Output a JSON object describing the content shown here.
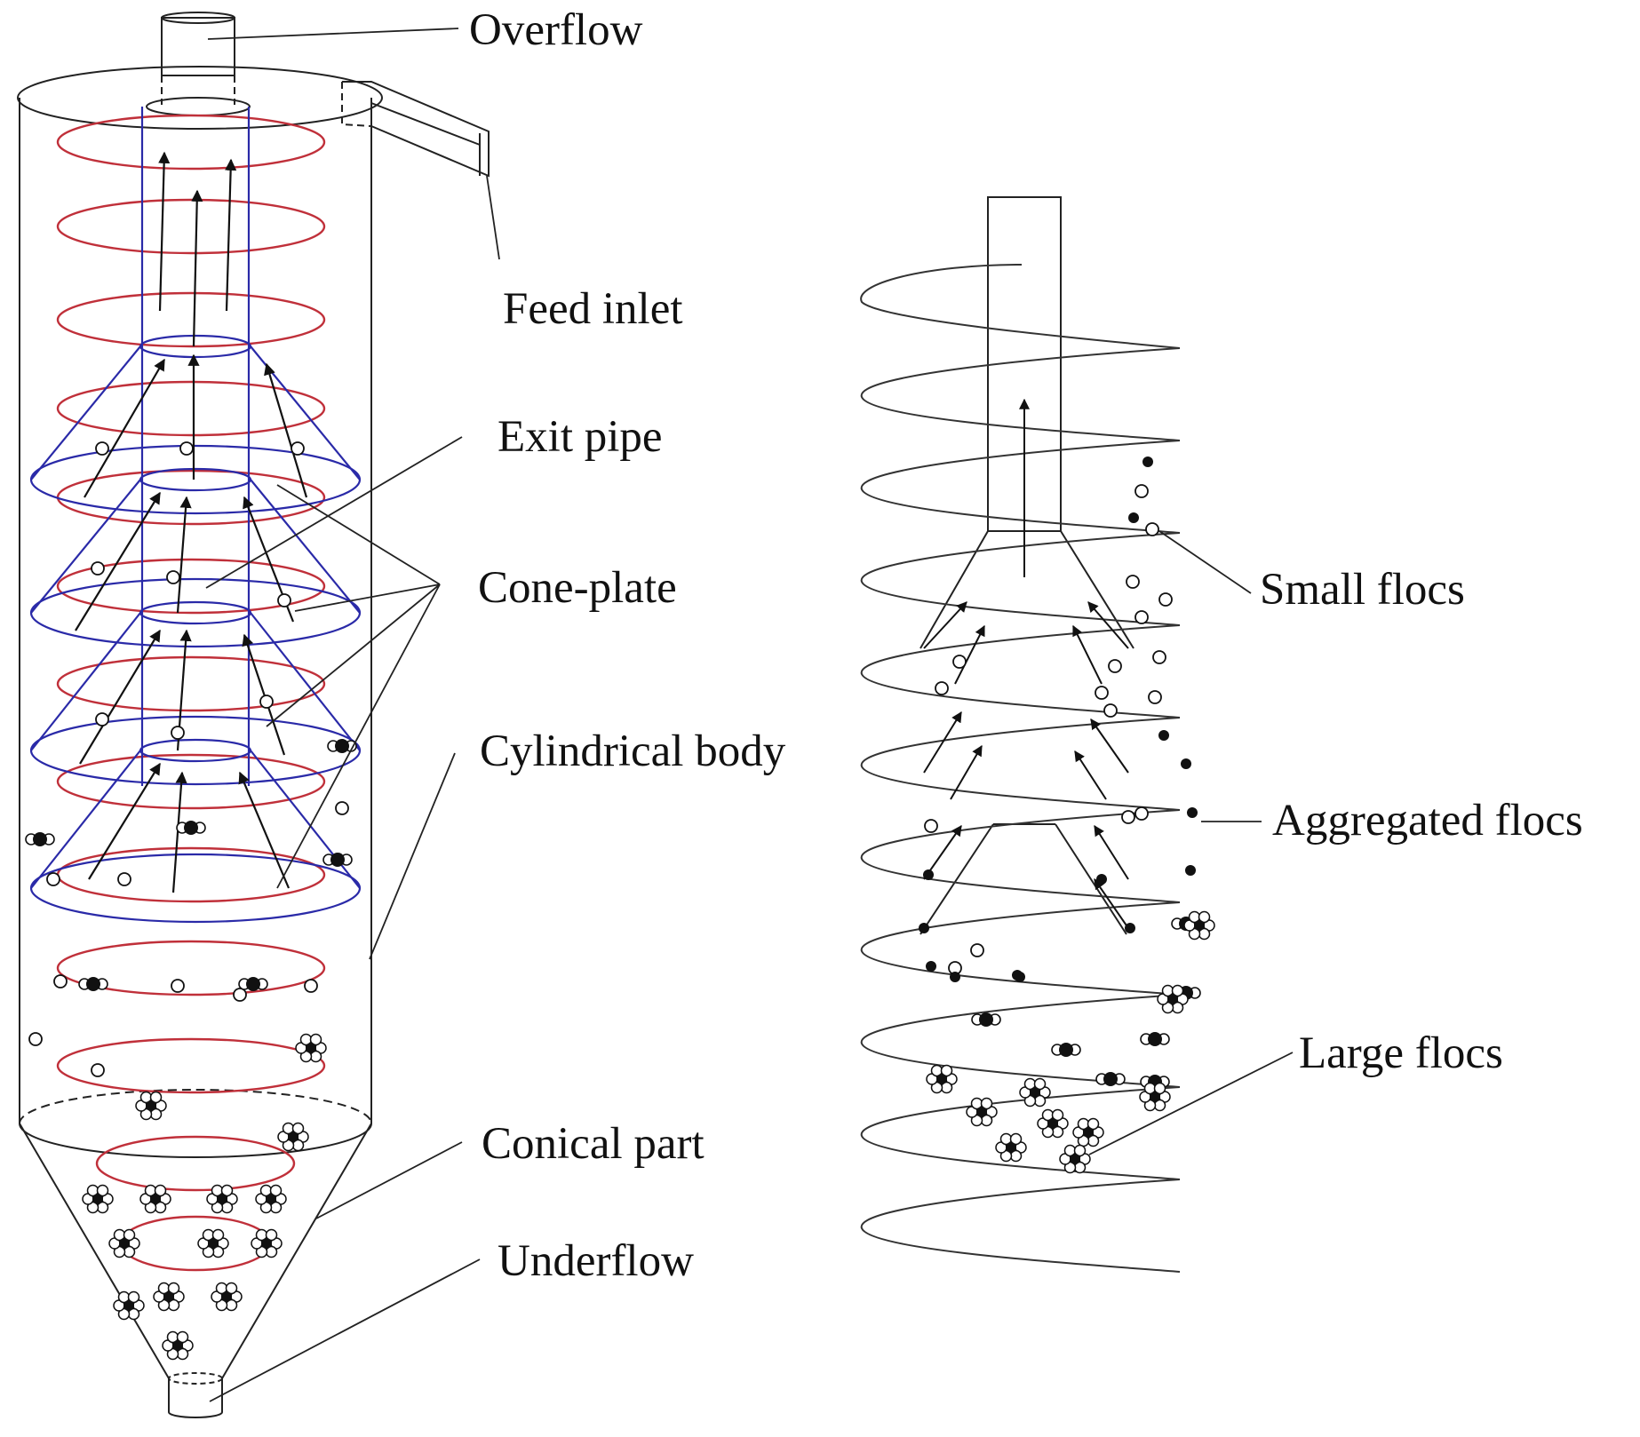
{
  "labels": {
    "overflow": "Overflow",
    "feed_inlet": "Feed inlet",
    "exit_pipe": "Exit pipe",
    "cone_plate": "Cone-plate",
    "cylindrical_body": "Cylindrical body",
    "conical_part": "Conical part",
    "underflow": "Underflow",
    "small_flocs": "Small flocs",
    "aggregated_flocs": "Aggregated flocs",
    "large_flocs": "Large flocs"
  },
  "colors": {
    "outline": "#111111",
    "spiral_flow": "#c0303a",
    "cone_plate": "#2a2aa8",
    "background": "#ffffff"
  },
  "icons": {
    "flow_arrow": "arrow-up-icon",
    "small_floc": "open-circle-icon",
    "aggregated_floc": "filled-dot-with-circles-icon",
    "large_floc": "star-cluster-icon"
  }
}
